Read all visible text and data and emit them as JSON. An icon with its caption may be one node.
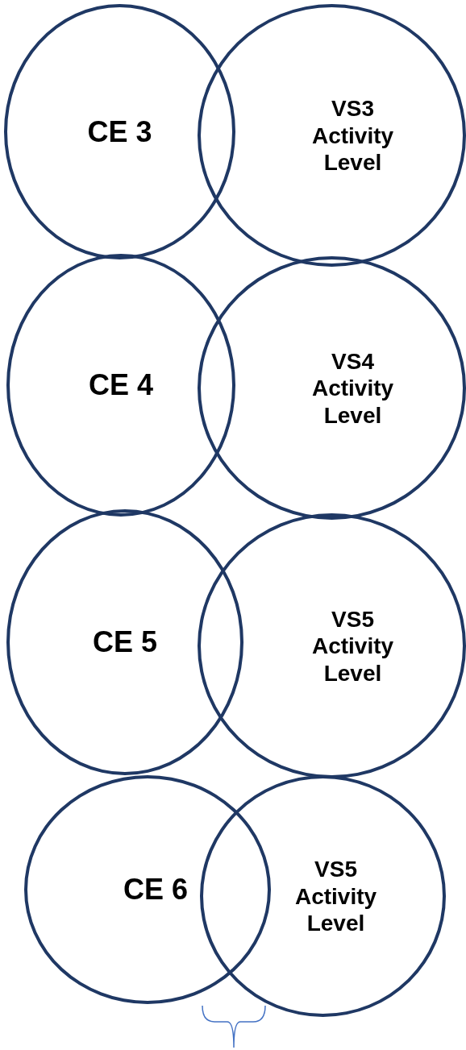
{
  "diagram": {
    "nodes": [
      {
        "text": [
          "CE 3"
        ]
      },
      {
        "text": [
          "VS3 Activity Level"
        ]
      },
      {
        "text": [
          "CE 4"
        ]
      },
      {
        "text": [
          "VS4 Activity Level"
        ]
      },
      {
        "text": [
          "CE 5"
        ]
      },
      {
        "text": [
          "VS5 Activity Level"
        ]
      },
      {
        "text": [
          "CE 6"
        ]
      },
      {
        "text": [
          "VS5 Activity Level"
        ]
      }
    ]
  }
}
